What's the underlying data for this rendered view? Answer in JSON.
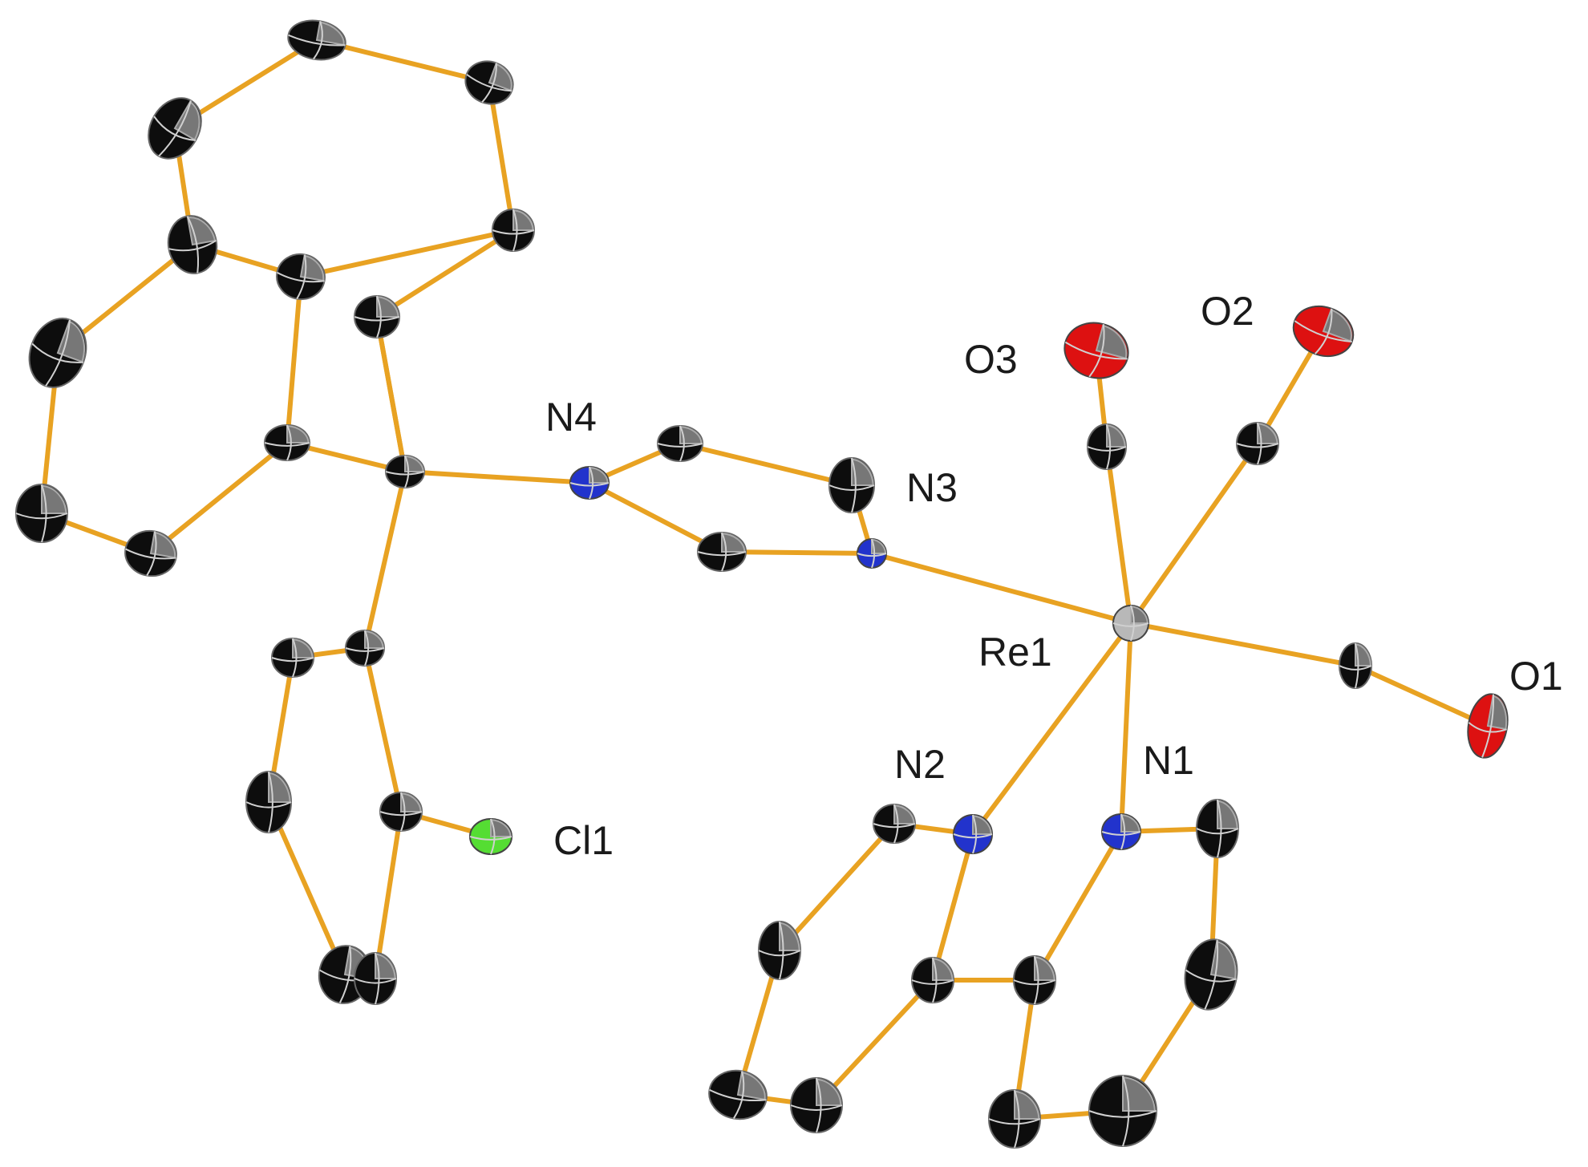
{
  "figure": {
    "element_colors": {
      "C": "#0d0d0d",
      "N": "#2233cc",
      "O": "#dd1111",
      "Cl": "#55dd33",
      "Re": "#b8b8b8",
      "bond": "#e8a222"
    },
    "labels": {
      "n4": "N4",
      "n3": "N3",
      "o3": "O3",
      "o2": "O2",
      "o1": "O1",
      "re1": "Re1",
      "n2": "N2",
      "n1": "N1",
      "cl1": "Cl1"
    }
  }
}
